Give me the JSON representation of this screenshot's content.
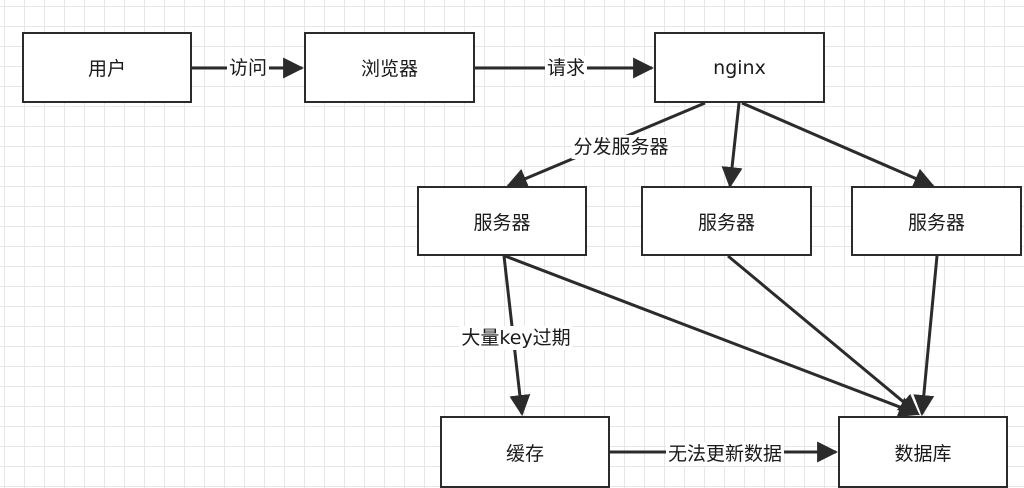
{
  "nodes": {
    "user": "用户",
    "browser": "浏览器",
    "nginx": "nginx",
    "server1": "服务器",
    "server2": "服务器",
    "server3": "服务器",
    "cache": "缓存",
    "database": "数据库"
  },
  "edges": {
    "visit": "访问",
    "request": "请求",
    "distribute": "分发服务器",
    "key_expire": "大量key过期",
    "cannot_update": "无法更新数据"
  },
  "colors": {
    "line": "#2b2b2b",
    "grid": "#e6e6e6",
    "background": "#ffffff"
  }
}
